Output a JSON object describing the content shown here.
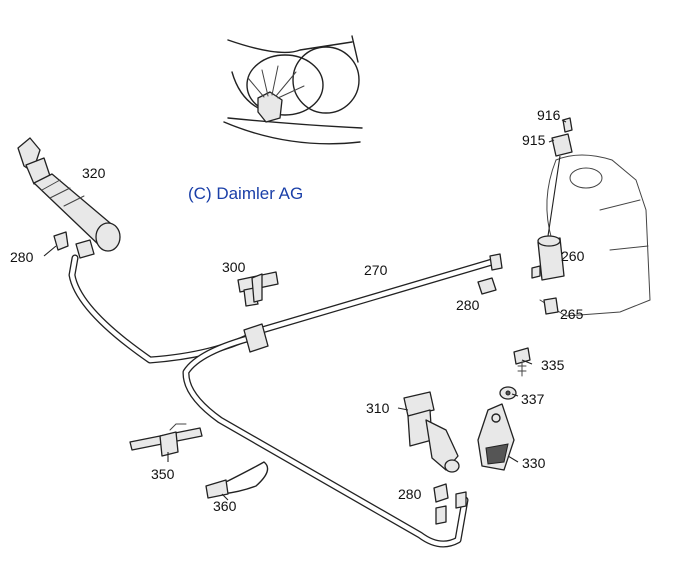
{
  "watermark": "(C) Daimler AG",
  "callouts": {
    "c916": "916",
    "c915": "915",
    "c320": "320",
    "c280a": "280",
    "c300": "300",
    "c270": "270",
    "c260": "260",
    "c280b": "280",
    "c265": "265",
    "c335": "335",
    "c337": "337",
    "c310": "310",
    "c330": "330",
    "c350": "350",
    "c360": "360",
    "c280c": "280"
  }
}
